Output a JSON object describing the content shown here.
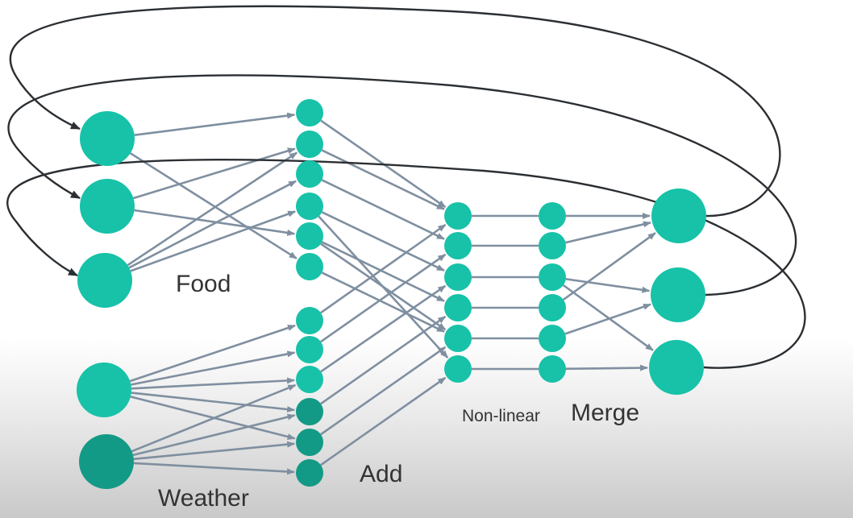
{
  "labels": {
    "food": "Food",
    "weather": "Weather",
    "add": "Add",
    "nonlinear": "Non-linear",
    "merge": "Merge"
  },
  "colors": {
    "node": "#17c2a8",
    "node_dark": "#139a86",
    "edge": "#7f8fa0",
    "loop": "#2b2f33",
    "text": "#333333"
  },
  "layers": [
    {
      "id": "input",
      "nodes": [
        "food-1",
        "food-2",
        "food-3",
        "weather-1",
        "weather-2"
      ]
    },
    {
      "id": "add",
      "count": 12
    },
    {
      "id": "nonlinear",
      "count": 6
    },
    {
      "id": "merge",
      "count": 6
    },
    {
      "id": "output",
      "count": 3
    }
  ]
}
